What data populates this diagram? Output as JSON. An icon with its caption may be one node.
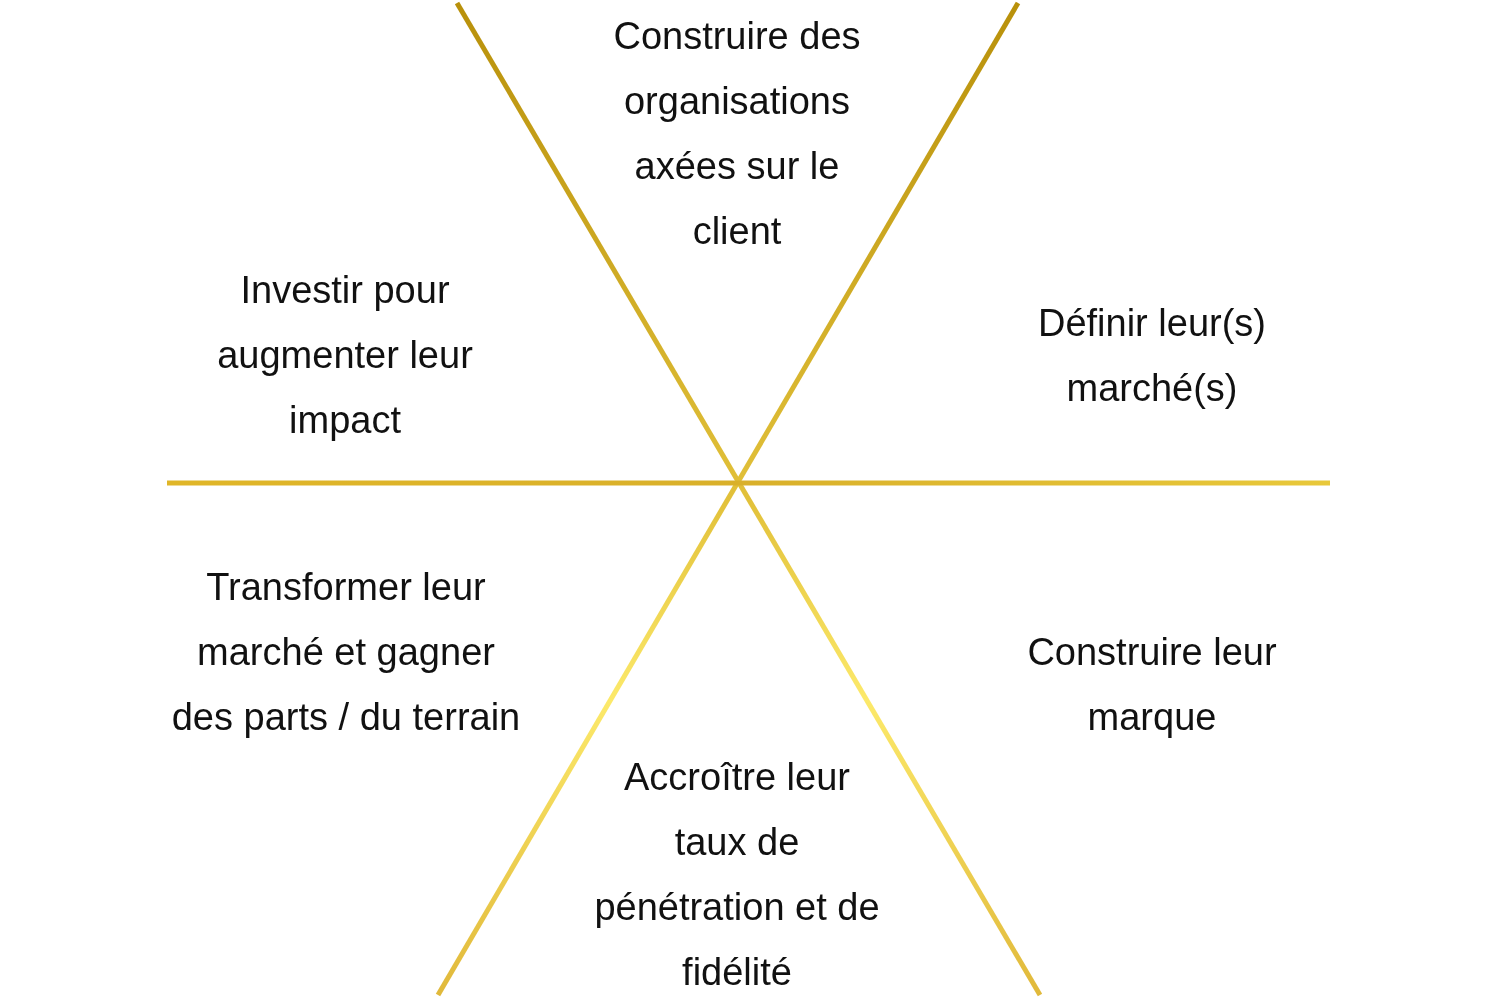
{
  "diagram": {
    "labels": [
      "Construire des organisations axées sur le client",
      "Investir pour augmenter leur impact",
      "Définir leur(s) marché(s)",
      "Transformer leur marché et gagner des parts / du terrain",
      "Construire leur marque",
      "Accroître leur taux de pénétration et de fidélité"
    ]
  }
}
